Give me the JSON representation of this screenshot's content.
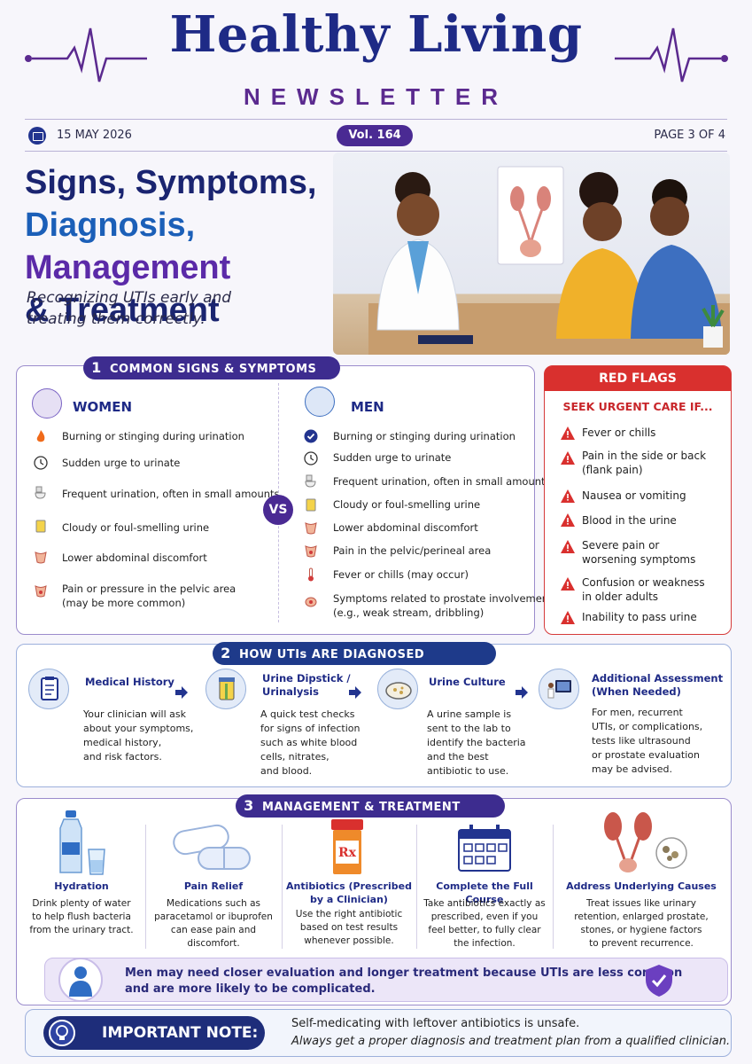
{
  "header": {
    "title": "Healthy Living",
    "subtitle": "NEWSLETTER",
    "date": "15 MAY 2026",
    "volume": "Vol. 164",
    "page": "PAGE 3 OF 4"
  },
  "hero": {
    "title_line1": "Signs, Symptoms,",
    "title_line2a": "Diagnosis,",
    "title_line2b": "Management",
    "title_line3": "& Treatment",
    "tagline_line1": "Recognizing UTIs early and",
    "tagline_line2": "treating them correctly."
  },
  "symptoms": {
    "number": "1",
    "heading": "COMMON SIGNS & SYMPTOMS",
    "vs": "VS",
    "women": {
      "label": "WOMEN",
      "items": [
        "Burning or stinging during urination",
        "Sudden urge to urinate",
        "Frequent urination, often in small amounts",
        "Cloudy or foul-smelling urine",
        "Lower abdominal discomfort",
        "Pain or pressure in the pelvic area",
        "(may be more common)"
      ]
    },
    "men": {
      "label": "MEN",
      "items": [
        "Burning or stinging during urination",
        "Sudden urge to urinate",
        "Frequent urination, often in small amounts",
        "Cloudy or foul-smelling urine",
        "Lower abdominal discomfort",
        "Pain in the pelvic/perineal area",
        "Fever or chills (may occur)",
        "Symptoms related to prostate involvement",
        "(e.g., weak stream, dribbling)"
      ]
    }
  },
  "red_flags": {
    "heading": "RED FLAGS",
    "subheading": "SEEK URGENT CARE IF...",
    "items": [
      "Fever or chills",
      "Pain in the side or back",
      "(flank pain)",
      "Nausea or vomiting",
      "Blood in the urine",
      "Severe pain or",
      "worsening symptoms",
      "Confusion or weakness",
      "in older adults",
      "Inability to pass urine"
    ]
  },
  "diagnosis": {
    "number": "2",
    "heading": "HOW UTIs ARE DIAGNOSED",
    "steps": [
      {
        "title1": "Medical History",
        "title2": "",
        "lines": [
          "Your clinician will ask",
          "about your symptoms,",
          "medical history,",
          "and risk factors."
        ]
      },
      {
        "title1": "Urine Dipstick /",
        "title2": "Urinalysis",
        "lines": [
          "A quick test checks",
          "for signs of infection",
          "such as white blood",
          "cells, nitrates,",
          "and blood."
        ]
      },
      {
        "title1": "Urine Culture",
        "title2": "",
        "lines": [
          "A urine sample is",
          "sent to the lab to",
          "identify the bacteria",
          "and the best",
          "antibiotic to use."
        ]
      },
      {
        "title1": "Additional Assessment",
        "title2": "(When Needed)",
        "lines": [
          "For men, recurrent",
          "UTIs, or complications,",
          "tests like ultrasound",
          "or prostate evaluation",
          "may be advised."
        ]
      }
    ]
  },
  "management": {
    "number": "3",
    "heading": "MANAGEMENT & TREATMENT",
    "items": [
      {
        "title1": "Hydration",
        "title2": "",
        "lines": [
          "Drink plenty of water",
          "to help flush bacteria",
          "from the urinary tract."
        ]
      },
      {
        "title1": "Pain Relief",
        "title2": "",
        "lines": [
          "Medications such as",
          "paracetamol or ibuprofen",
          "can ease pain and",
          "discomfort."
        ]
      },
      {
        "title1": "Antibiotics (Prescribed",
        "title2": "by a Clinician)",
        "lines": [
          "Use the right antibiotic",
          "based on test results",
          "whenever possible."
        ]
      },
      {
        "title1": "Complete the Full Course",
        "title2": "",
        "lines": [
          "Take antibiotics exactly as",
          "prescribed, even if you",
          "feel better, to fully clear",
          "the infection."
        ]
      },
      {
        "title1": "Address Underlying Causes",
        "title2": "",
        "lines": [
          "Treat issues like urinary",
          "retention, enlarged prostate,",
          "stones, or hygiene factors",
          "to prevent recurrence."
        ]
      }
    ],
    "rx_label": "Rx",
    "men_note_line1": "Men may need closer evaluation and longer treatment because UTIs are less common",
    "men_note_line2": "and are more likely to be complicated."
  },
  "important": {
    "label": "IMPORTANT NOTE:",
    "line1": "Self-medicating with leftover antibiotics is unsafe.",
    "line2": "Always get a proper diagnosis and treatment plan from a qualified clinician."
  }
}
